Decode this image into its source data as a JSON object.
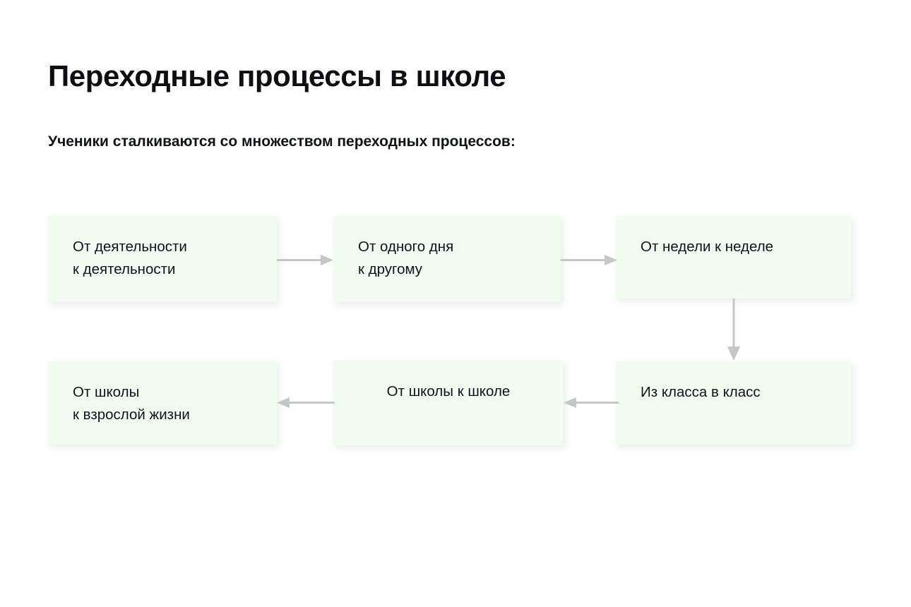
{
  "header": {
    "title": "Переходные процессы в школе",
    "subtitle": "Ученики сталкиваются со множеством переходных процессов:"
  },
  "colors": {
    "background": "#ffffff",
    "box_fill": "#f1fbef",
    "text": "#11131a",
    "arrow": "#c3c8c5"
  },
  "diagram": {
    "boxes": [
      {
        "id": "box-1",
        "label": "От деятельности\nк деятельности",
        "align": "left"
      },
      {
        "id": "box-2",
        "label": "От одного дня\nк другому",
        "align": "left"
      },
      {
        "id": "box-3",
        "label": "От недели к неделе",
        "align": "left"
      },
      {
        "id": "box-4",
        "label": "От школы\nк взрослой жизни",
        "align": "left"
      },
      {
        "id": "box-5",
        "label": "От школы к школе",
        "align": "center"
      },
      {
        "id": "box-6",
        "label": "Из класса в класс",
        "align": "left"
      }
    ],
    "arrows": [
      {
        "id": "arrow-1",
        "from": "box-1",
        "to": "box-2",
        "direction": "right"
      },
      {
        "id": "arrow-2",
        "from": "box-2",
        "to": "box-3",
        "direction": "right"
      },
      {
        "id": "arrow-3",
        "from": "box-3",
        "to": "box-6",
        "direction": "down"
      },
      {
        "id": "arrow-4",
        "from": "box-6",
        "to": "box-5",
        "direction": "left"
      },
      {
        "id": "arrow-5",
        "from": "box-5",
        "to": "box-4",
        "direction": "left"
      }
    ]
  }
}
